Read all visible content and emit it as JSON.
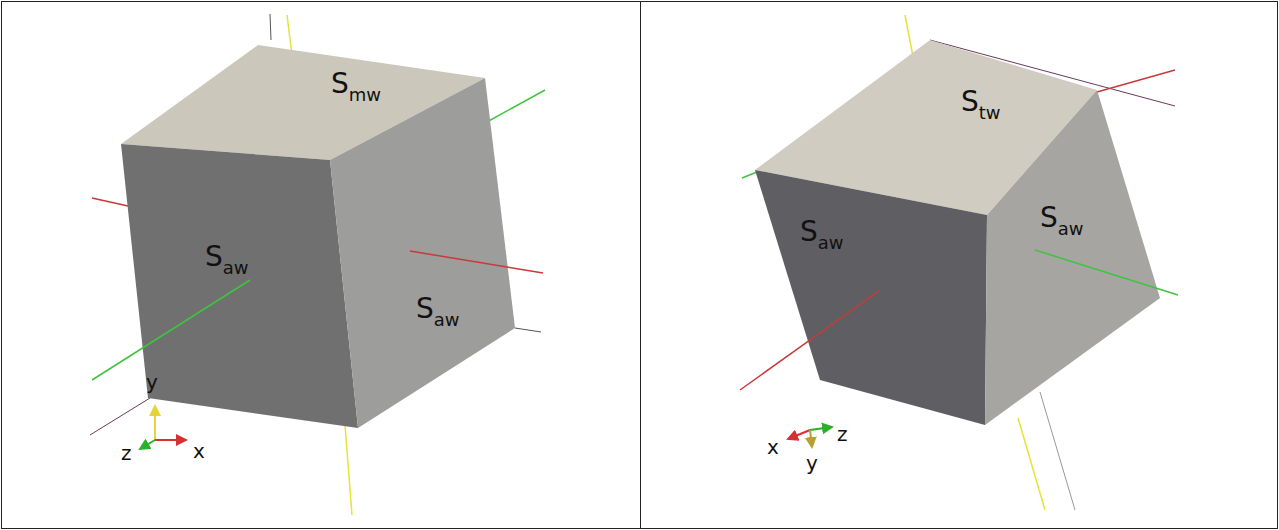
{
  "diagram": {
    "labels": [
      "Smw",
      "Saw",
      "Saw",
      "y",
      "z",
      "x",
      "Stw",
      "Saw",
      "Saw",
      "x",
      "z",
      "y"
    ]
  }
}
